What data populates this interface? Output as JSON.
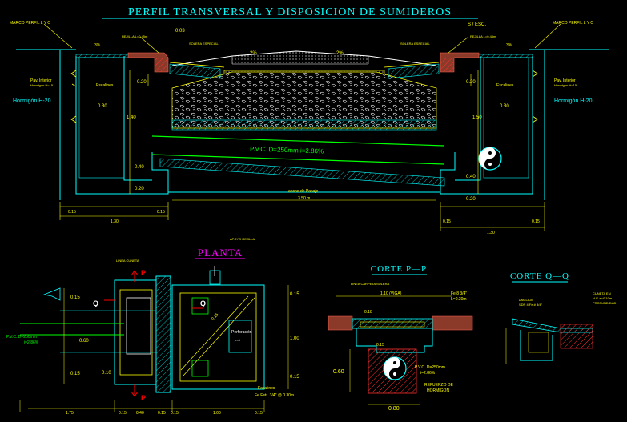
{
  "title": "PERFIL TRANSVERSAL Y DISPOSICION DE SUMIDEROS",
  "scale": "S / ESC.",
  "colors": {
    "background": "#000000",
    "yellow": "#ffff00",
    "cyan": "#00ffff",
    "green": "#00ff00",
    "red": "#ff0000",
    "white": "#ffffff",
    "magenta": "#ff00ff",
    "brown": "#8b3a2a"
  },
  "section": {
    "marco_left": "MARCO PERFIL L Y C",
    "marco_right": "MARCO PERFIL L Y C",
    "pct_left": "3%",
    "pct_right": "3%",
    "road_pct_left": "2%",
    "road_pct_right": "2%",
    "rejilla_left": "REJILLA L=0.45m",
    "rejilla_right": "REJILLA L=0.45m",
    "cordon_left": "SOLERA ESPECIAL",
    "cordon_right": "SOLERA ESPECIAL",
    "dim_top_gap": "0.03",
    "dim_020_left": "0.20",
    "dim_020_right": "0.20",
    "dim_030_left": "0.30",
    "dim_030_right": "0.30",
    "dim_140": "1.40",
    "dim_150": "1.50",
    "dim_040_left": "0.40",
    "dim_040_right": "0.40",
    "dim_020b_left": "0.20",
    "dim_020b_right": "0.20",
    "pav_left": "Pav. Interior",
    "pav_left_sub": "Hormigon H=15",
    "pav_right": "Pav. Interior",
    "pav_right_sub": "Hormigon H=15",
    "escalines_left": "Escalines",
    "escalines_right": "Escalines",
    "hormigon_left": "Hormigón H-20",
    "hormigon_right": "Hormigón H-20",
    "pvc": "P.V.C. D=250mm  i=2.86%",
    "ancho": "ancho de Pasaje",
    "ancho_val": "3.50 m",
    "bottom_dims_left": [
      "0.15",
      "0.15"
    ],
    "bottom_dims_right": [
      "0.15",
      "0.15"
    ],
    "total_left": "1.30",
    "total_right": "1.30",
    "apoyo": "APOYO REJILLA"
  },
  "planta": {
    "title": "PLANTA",
    "label_tapa": "LINEA CUNETA",
    "label_P_top": "P",
    "label_P_bottom": "P",
    "label_Q_left": "Q",
    "label_Q_right": "Q",
    "pvc": "P.V.C. D=250mm",
    "pvc_slope": "i=2.86%",
    "dim_015_tl": "0.15",
    "dim_015_bl": "0.15",
    "dim_010": "0.10",
    "dim_060": "0.60",
    "dim_015_tr": "0.15",
    "dim_100": "1.00",
    "dim_015_br": "0.15",
    "diag": "0.15",
    "perforacion": "Perforación",
    "perforacion_sub": "h=4",
    "escalines": "Escalines",
    "fe": "Fe Estr. 3/4\" @ 0.30m",
    "bottom_dims": [
      "1.75",
      "0.15",
      "0.40",
      "0.15",
      "0.15",
      "1.00",
      "0.15"
    ]
  },
  "corte_pp": {
    "title": "CORTE P—P",
    "linea": "LINEA CARPETA SOLERA",
    "dim_top": "1.10 (VIGA)",
    "fe": "Fe 8 3/4\"",
    "fe_sub": "L=0.30m",
    "dim_18": "0.18",
    "dim_015": "0.15",
    "dim_060": "0.60",
    "pvc": "P.V.C. D=250mm",
    "pvc_slope": "i=2.86%",
    "refuerzo": "REFUERZO DE",
    "refuerzo_sub": "HORMIGÓN",
    "dim_080": "0.80"
  },
  "corte_qq": {
    "title": "CORTE Q—Q",
    "anclaje": "ANCLAJE",
    "anclaje_sub": "SDR 4 Fe # 3/4\"",
    "cuneta": "CUNETA EN",
    "cuneta_sub": "H.V. e=0.10m",
    "cuneta_sub2": "PROFUNDIDAD"
  }
}
